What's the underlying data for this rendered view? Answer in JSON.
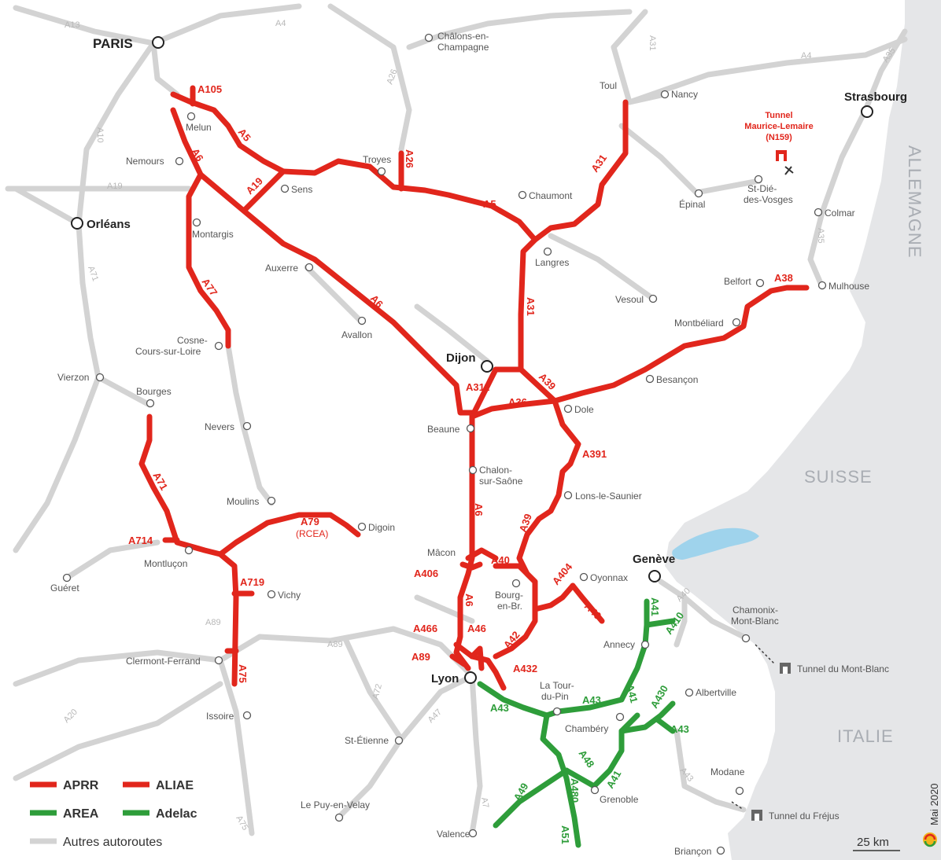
{
  "colors": {
    "aprr": "#e1261c",
    "aliae": "#e1261c",
    "area": "#2e9d3a",
    "adelac": "#2e9d3a",
    "other": "#d3d3d3",
    "foreign": "#e5e6e8",
    "lake": "#9fd3ec",
    "text": "#444444"
  },
  "cities": {
    "paris": "PARIS",
    "strasbourg": "Strasbourg",
    "orleans": "Orléans",
    "dijon": "Dijon",
    "lyon": "Lyon",
    "geneve": "Genève",
    "chalons": [
      "Châlons-en-",
      "Champagne"
    ],
    "melun": "Melun",
    "nemours": "Nemours",
    "montargis": "Montargis",
    "sens": "Sens",
    "troyes": "Troyes",
    "chaumont": "Chaumont",
    "toul": "Toul",
    "nancy": "Nancy",
    "epinal": "Épinal",
    "stdie": [
      "St-Dié-",
      "des-Vosges"
    ],
    "colmar": "Colmar",
    "mulhouse": "Mulhouse",
    "belfort": "Belfort",
    "montbeliard": "Montbéliard",
    "vesoul": "Vesoul",
    "langres": "Langres",
    "auxerre": "Auxerre",
    "avallon": "Avallon",
    "cosne": [
      "Cosne-",
      "Cours-sur-Loire"
    ],
    "vierzon": "Vierzon",
    "bourges": "Bourges",
    "nevers": "Nevers",
    "beaune": "Beaune",
    "besancon": "Besançon",
    "dole": "Dole",
    "chalon": [
      "Chalon-",
      "sur-Saône"
    ],
    "lons": "Lons-le-Saunier",
    "moulins": "Moulins",
    "digoin": "Digoin",
    "montlucon": "Montluçon",
    "gueret": "Guéret",
    "vichy": "Vichy",
    "macon": "Mâcon",
    "bourg": [
      "Bourg-",
      "en-Br."
    ],
    "oyonnax": "Oyonnax",
    "chamonix": [
      "Chamonix-",
      "Mont-Blanc"
    ],
    "annecy": "Annecy",
    "clermont": "Clermont-Ferrand",
    "issoire": "Issoire",
    "stetienne": "St-Étienne",
    "latour": [
      "La Tour-",
      "du-Pin"
    ],
    "chambery": "Chambéry",
    "albertville": "Albertville",
    "grenoble": "Grenoble",
    "modane": "Modane",
    "lepuy": "Le Puy-en-Velay",
    "valence": "Valence",
    "briancon": "Briançon"
  },
  "countries": {
    "allemagne": "ALLEMAGNE",
    "suisse": "SUISSE",
    "italie": "ITALIE"
  },
  "tunnels": {
    "maurice": [
      "Tunnel",
      "Maurice-Lemaire",
      "(N159)"
    ],
    "montblanc": "Tunnel du Mont-Blanc",
    "frejus": "Tunnel du Fréjus"
  },
  "road_labels": {
    "A105": "A105",
    "A5": "A5",
    "A6": "A6",
    "A19": "A19",
    "A26": "A26",
    "A31": "A31",
    "A77": "A77",
    "A36": "A36",
    "A311": "A311",
    "A39": "A39",
    "A38": "A38",
    "A391": "A391",
    "A71": "A71",
    "A714": "A714",
    "A79": "A79",
    "RCEA": "(RCEA)",
    "A719": "A719",
    "A75": "A75",
    "A40": "A40",
    "A406": "A406",
    "A404": "A404",
    "A466": "A466",
    "A46": "A46",
    "A42": "A42",
    "A89": "A89",
    "A432": "A432",
    "A43": "A43",
    "A41": "A41",
    "A410": "A410",
    "A430": "A430",
    "A48": "A48",
    "A49": "A49",
    "A480": "A480",
    "A51": "A51"
  },
  "other_road_labels": {
    "A13": "A13",
    "A4": "A4",
    "A10": "A10",
    "A19w": "A19",
    "A71w": "A71",
    "A26n": "A26",
    "A31n": "A31",
    "A4e": "A4",
    "A35": "A35",
    "A35s": "A35",
    "A89w": "A89",
    "A89c": "A89",
    "A72": "A72",
    "A47": "A47",
    "A7": "A7",
    "A75s": "A75",
    "A20": "A20",
    "A40e": "A40",
    "A43s": "A43"
  },
  "legend": {
    "aprr": "APRR",
    "aliae": "ALIAE",
    "area": "AREA",
    "adelac": "Adelac",
    "other": "Autres autoroutes"
  },
  "scale": "25 km",
  "date": "Mai 2020"
}
